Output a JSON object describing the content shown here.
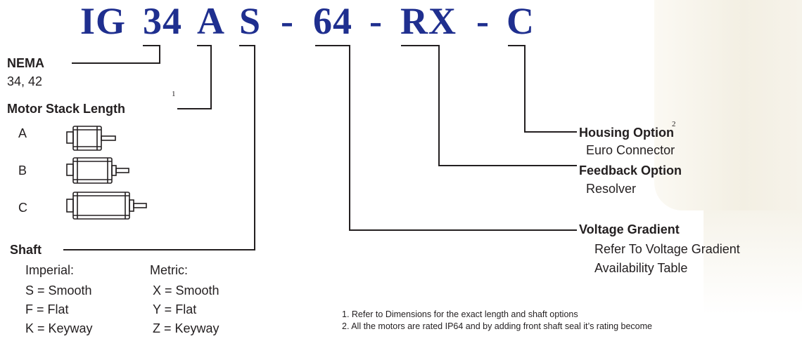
{
  "colors": {
    "code": "#1f2f8f",
    "ink": "#231f20",
    "line": "#231f20"
  },
  "model_code": {
    "prefix": "IG",
    "nema": "34",
    "stack": "A",
    "shaft": "S",
    "sep1": "-",
    "voltage": "64",
    "sep2": "-",
    "feedback": "RX",
    "sep3": "-",
    "housing": "C"
  },
  "nema": {
    "title": "NEMA",
    "values": "34, 42"
  },
  "stack": {
    "title": "Motor Stack Length",
    "note": "1",
    "options": [
      {
        "letter": "A",
        "icon": "motor-short-icon"
      },
      {
        "letter": "B",
        "icon": "motor-medium-icon"
      },
      {
        "letter": "C",
        "icon": "motor-long-icon"
      }
    ]
  },
  "shaft": {
    "title": "Shaft",
    "imperial": {
      "heading": "Imperial:",
      "items": [
        "S = Smooth",
        "F = Flat",
        "K = Keyway"
      ]
    },
    "metric": {
      "heading": "Metric:",
      "items": [
        "X = Smooth",
        "Y = Flat",
        "Z = Keyway"
      ]
    }
  },
  "housing": {
    "title": "Housing Option",
    "note": "2",
    "value": "Euro Connector"
  },
  "feedback": {
    "title": "Feedback Option",
    "value": "Resolver"
  },
  "voltage": {
    "title": "Voltage Gradient",
    "line1": "Refer To Voltage Gradient",
    "line2": "Availability Table"
  },
  "footnotes": [
    "1.   Refer to Dimensions for the exact length and shaft options",
    "2.   All the motors are rated IP64 and by adding front shaft seal it’s rating become"
  ]
}
